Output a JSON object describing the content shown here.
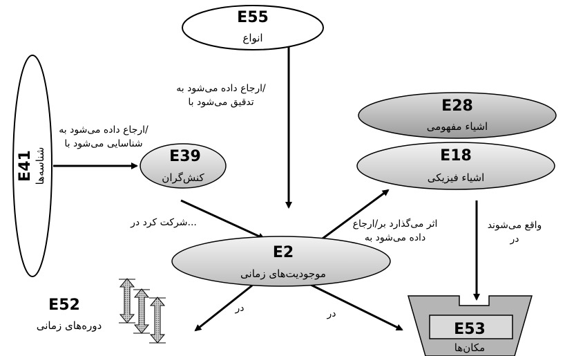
{
  "nodes": {
    "e55": {
      "code": "E55",
      "label": "انواع"
    },
    "e41": {
      "code": "E41",
      "label": "شناسه‌ها"
    },
    "e39": {
      "code": "E39",
      "label": "کنش‌گران"
    },
    "e28": {
      "code": "E28",
      "label": "اشیاء مفهومی"
    },
    "e18": {
      "code": "E18",
      "label": "اشیاء فیزیکی"
    },
    "e2": {
      "code": "E2",
      "label": "موجودیت‌های زمانی"
    },
    "e52": {
      "code": "E52",
      "label": "دوره‌های زمانی"
    },
    "e53": {
      "code": "E53",
      "label": "مکان‌ها"
    }
  },
  "edges": {
    "e55_e2": [
      "ارجاع داده می‌شود به/",
      "تدقیق می‌شود با"
    ],
    "e41_e39": [
      "ارجاع داده می‌شود به/",
      "شناسایی می‌شود با"
    ],
    "e39_e2": [
      "شرکت کرد در..."
    ],
    "e2_e18": [
      "اثر می‌گذارد بر/ارجاع",
      "داده می‌شود به"
    ],
    "e18_e53": [
      "واقع می‌شوند",
      "در"
    ],
    "e2_e52": [
      "در"
    ],
    "e2_e53": [
      "در"
    ]
  },
  "colors": {
    "node_fill_light": "#dcdcdc",
    "node_fill_dark": "#a9a9a9",
    "stroke": "#000000"
  }
}
